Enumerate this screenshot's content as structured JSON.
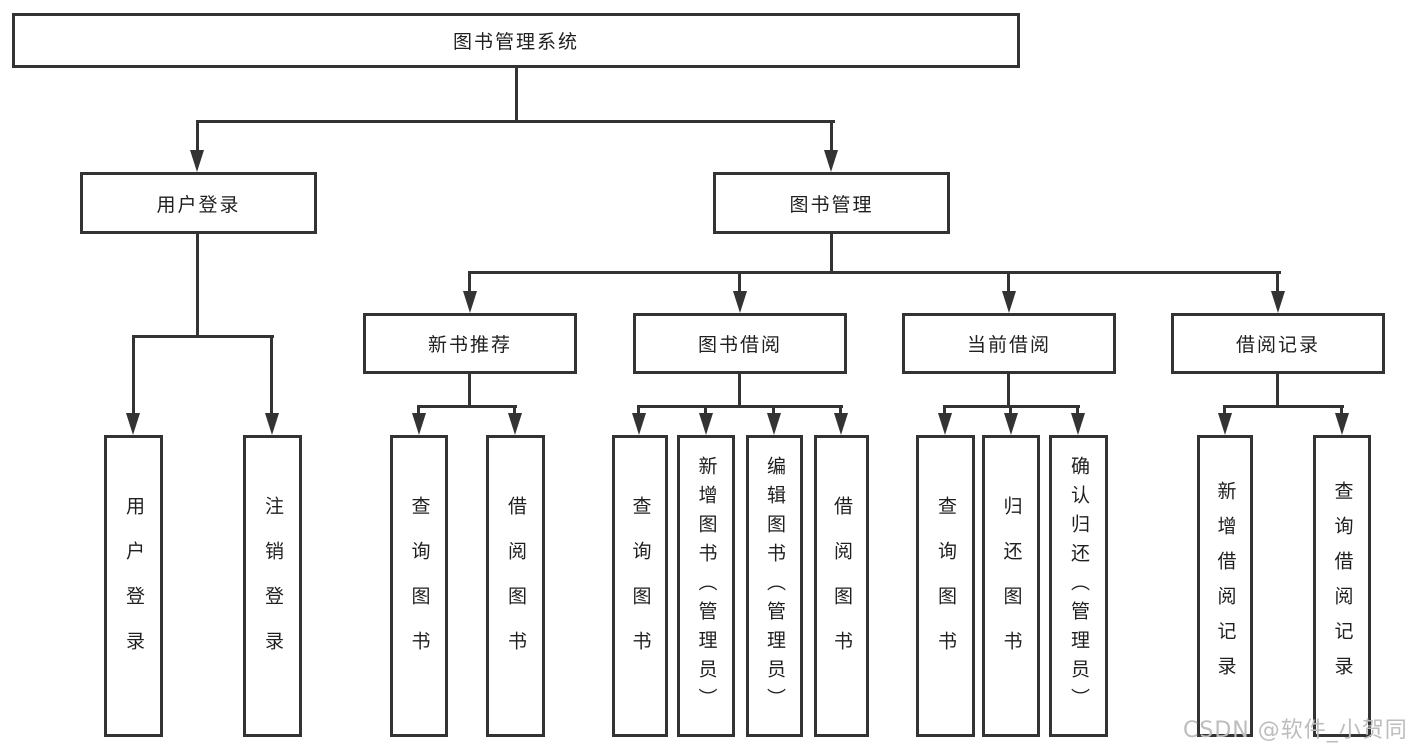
{
  "diagram": {
    "root": {
      "label": "图书管理系统"
    },
    "level2": {
      "user_login": {
        "label": "用户登录"
      },
      "book_management": {
        "label": "图书管理"
      }
    },
    "level3": {
      "new_books": {
        "label": "新书推荐"
      },
      "borrowing": {
        "label": "图书借阅"
      },
      "current": {
        "label": "当前借阅"
      },
      "records": {
        "label": "借阅记录"
      }
    },
    "leaves": {
      "user_login": [
        "用户登录",
        "注销登录"
      ],
      "new_books": [
        "查询图书",
        "借阅图书"
      ],
      "borrowing": [
        "查询图书",
        "新增图书（管理员）",
        "编辑图书（管理员）",
        "借阅图书"
      ],
      "current": [
        "查询图书",
        "归还图书",
        "确认归还（管理员）"
      ],
      "records": [
        "新增借阅记录",
        "查询借阅记录"
      ]
    },
    "watermark": "CSDN @软件_小贺同学",
    "colors": {
      "line": "#333333",
      "text": "#1f1f1f",
      "background": "#ffffff",
      "watermark": "#bdbdbd"
    }
  }
}
